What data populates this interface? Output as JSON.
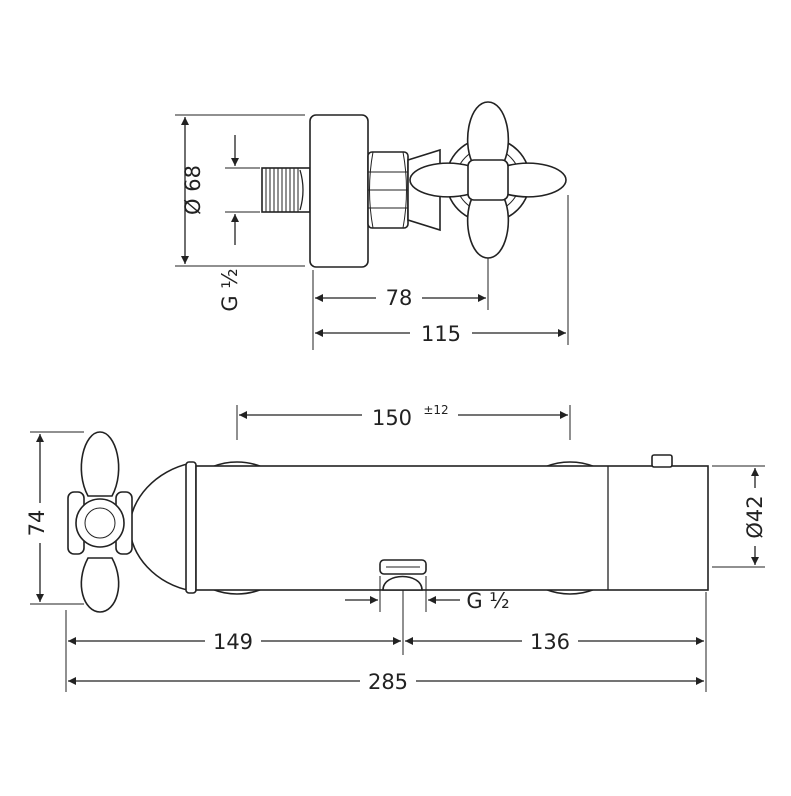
{
  "top_view": {
    "diameter_label": "Ø 68",
    "thread_label": "G ½",
    "dim_78": "78",
    "dim_115": "115"
  },
  "front_view": {
    "dim_150": "150",
    "dim_150_tolerance": "±12",
    "height_label": "74",
    "diameter_label": "Ø42",
    "thread_label": "G ½",
    "dim_149": "149",
    "dim_136": "136",
    "dim_285": "285"
  },
  "colors": {
    "line": "#222222",
    "background": "#ffffff"
  }
}
